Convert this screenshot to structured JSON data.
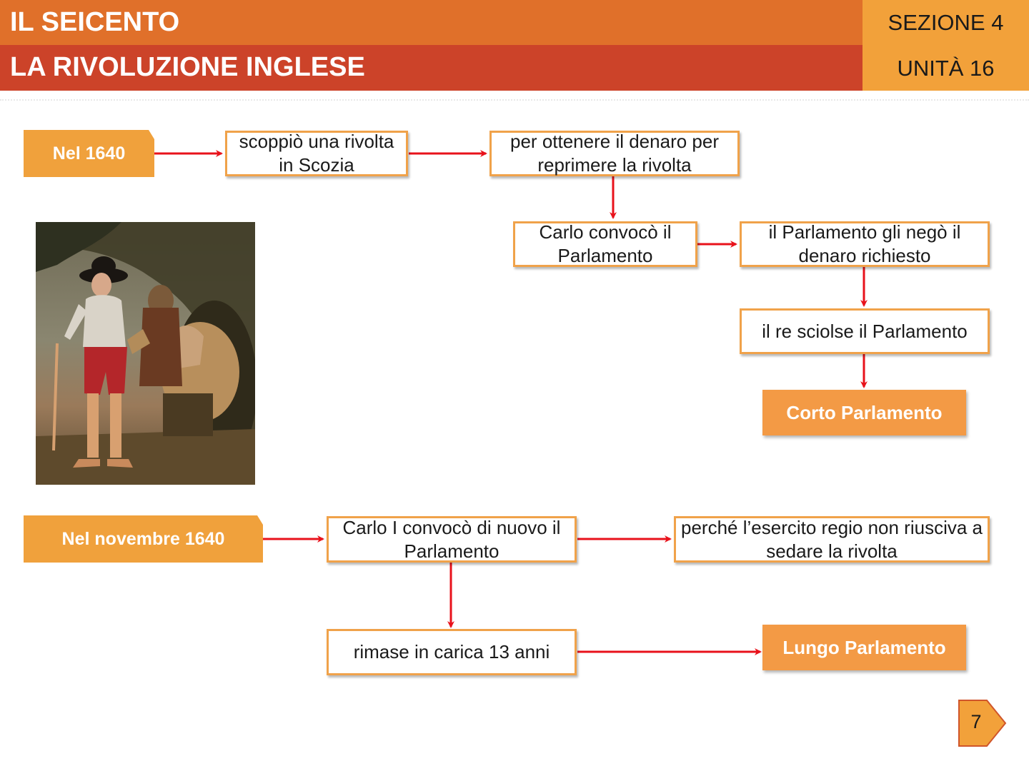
{
  "header": {
    "title": "IL SEICENTO",
    "subtitle": "LA RIVOLUZIONE INGLESE",
    "section": "SEZIONE 4",
    "unit": "UNITÀ 16"
  },
  "colors": {
    "header_orange": "#e0702a",
    "header_red": "#cc4329",
    "panel_orange": "#f2a13a",
    "tag_orange": "#f0a13c",
    "box_border": "#f0a24a",
    "arrow_red": "#e8121b"
  },
  "flow1": {
    "date": "Nel 1640",
    "step1": "scoppiò una rivolta in Scozia",
    "step2": "per ottenere il denaro per reprimere la rivolta",
    "step3": "Carlo convocò il Parlamento",
    "step4": "il Parlamento gli negò il denaro richiesto",
    "step5": "il re sciolse il Parlamento",
    "result": "Corto Parlamento"
  },
  "flow2": {
    "date": "Nel novembre 1640",
    "step1": "Carlo I convocò di nuovo il Parlamento",
    "step2": "perché l’esercito regio non riusciva a sedare la rivolta",
    "step3": "rimase in carica 13 anni",
    "result": "Lungo Parlamento"
  },
  "portrait_icon": "portrait-painting-icon",
  "page_number": "7"
}
